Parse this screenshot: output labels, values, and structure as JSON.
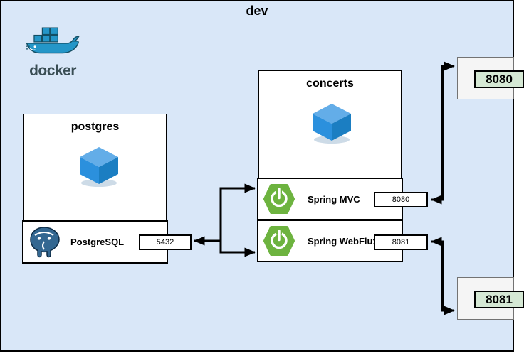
{
  "boundary": {
    "title": "dev"
  },
  "docker": {
    "wordmark": "docker"
  },
  "postgres_node": {
    "title": "postgres",
    "service": {
      "label": "PostgreSQL",
      "port": "5432"
    }
  },
  "concerts_node": {
    "title": "concerts",
    "services": [
      {
        "label": "Spring MVC",
        "port": "8080"
      },
      {
        "label": "Spring WebFlux",
        "port": "8081"
      }
    ]
  },
  "host_ports": [
    {
      "port": "8080"
    },
    {
      "port": "8081"
    }
  ],
  "colors": {
    "boundary_fill": "#d9e7f8",
    "boundary_border": "#000000",
    "node_fill": "#ffffff",
    "host_box_fill": "#f5f5f5",
    "host_box_border": "#737373",
    "port_label_fill": "#d5e8d4",
    "spring_green": "#6db33f",
    "docker_blue": "#2496c8",
    "docker_wordmark": "#394d54",
    "postgres_blue": "#336791",
    "cube_top": "#63ade8",
    "cube_left": "#2b90dd",
    "cube_right": "#1b7ec2",
    "arrow": "#000000"
  }
}
